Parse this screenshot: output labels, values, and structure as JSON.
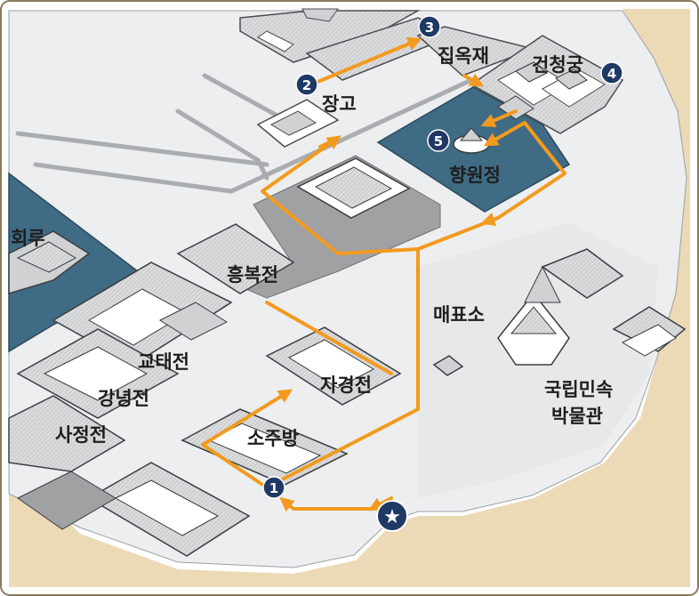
{
  "map": {
    "places": [
      {
        "id": "janggo",
        "name": "장고"
      },
      {
        "id": "jibokjae",
        "name": "집옥재"
      },
      {
        "id": "geoncheonggung",
        "name": "건청궁"
      },
      {
        "id": "hyangwonjeong",
        "name": "향원정"
      },
      {
        "id": "gyeonghoeru",
        "name": "회루"
      },
      {
        "id": "heungbokjeon",
        "name": "흥복전"
      },
      {
        "id": "maepyoso",
        "name": "매표소"
      },
      {
        "id": "gyotaejeon",
        "name": "교태전"
      },
      {
        "id": "jagyeongjeon",
        "name": "자경전"
      },
      {
        "id": "gangnyeongjeon",
        "name": "강녕전"
      },
      {
        "id": "sojubang",
        "name": "소주방"
      },
      {
        "id": "sajeongjeon",
        "name": "사정전"
      },
      {
        "id": "museum",
        "name_line1": "국립민속",
        "name_line2": "박물관"
      }
    ],
    "stops": [
      {
        "number": "1"
      },
      {
        "number": "2"
      },
      {
        "number": "3"
      },
      {
        "number": "4"
      },
      {
        "number": "5"
      }
    ],
    "start_symbol": "★",
    "colors": {
      "route": "#f39a1e",
      "water": "#3f6b84",
      "badge": "#1f3864",
      "outside": "#ecd9b5",
      "ground": "#eceeef",
      "courtyard": "#9fa1a3",
      "roof": "#dfe1e2",
      "frame": "#8b7a5a"
    }
  }
}
